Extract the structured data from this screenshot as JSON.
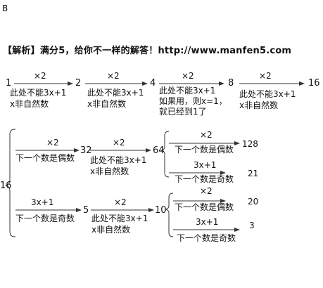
{
  "answer_letter": "B",
  "header": "【解析】满分5，给你不一样的解答！http://www.manfen5.com",
  "row1": {
    "nodes": [
      "1",
      "2",
      "4",
      "8",
      "16"
    ],
    "arrow_labels": [
      "×2",
      "×2",
      "×2",
      "×2"
    ],
    "notes": [
      [
        "此处不能3x+1",
        "x非自然数"
      ],
      [
        "此处不能3x+1",
        "x非自然数"
      ],
      [
        "此处不能3x+1",
        "如果用，则x=1，",
        "就已经到1了"
      ],
      [
        "此处不能3x+1",
        "x非自然数"
      ]
    ]
  },
  "tree": {
    "root": "16",
    "upper": {
      "op": "×2",
      "cond": "下一个数是偶数",
      "node": "32",
      "op2": "×2",
      "notes2": [
        "此处不能3x+1",
        "x非自然数"
      ],
      "node2": "64",
      "branches": [
        {
          "op": "×2",
          "cond": "下一个数是偶数",
          "result": "128"
        },
        {
          "op": "3x+1",
          "cond": "下一个数是奇数",
          "result": "21"
        }
      ]
    },
    "lower": {
      "op": "3x+1",
      "cond": "下一个数是奇数",
      "node": "5",
      "op2": "×2",
      "notes2": [
        "此处不能3x+1",
        "x非自然数"
      ],
      "node2": "10",
      "branches": [
        {
          "op": "×2",
          "cond": "下一个数是偶数",
          "result": "20"
        },
        {
          "op": "3x+1",
          "cond": "下一个数是奇数",
          "result": "3"
        }
      ]
    }
  }
}
